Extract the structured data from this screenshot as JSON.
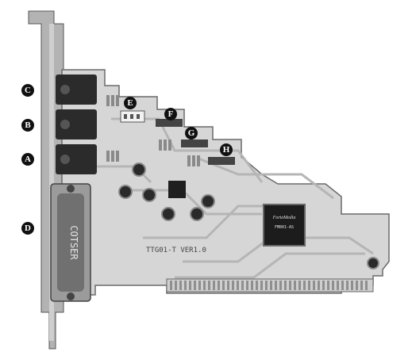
{
  "callouts": {
    "a": "A",
    "b": "B",
    "c": "C",
    "d": "D",
    "e": "E",
    "f": "F",
    "g": "G",
    "h": "H"
  },
  "board": {
    "silkscreen_model": "TTG01-T VER1.0",
    "port_label": "COTSER",
    "chip_brand": "ForteMedia",
    "chip_part": "FM801-AS"
  },
  "colors": {
    "background": "#ffffff",
    "pcb": "#d9d9d9",
    "trace": "#bdbdbd",
    "bracket": "#a9a9a9",
    "jack": "#2b2b2b",
    "chip": "#1c1c1c",
    "callout": "#111111"
  }
}
